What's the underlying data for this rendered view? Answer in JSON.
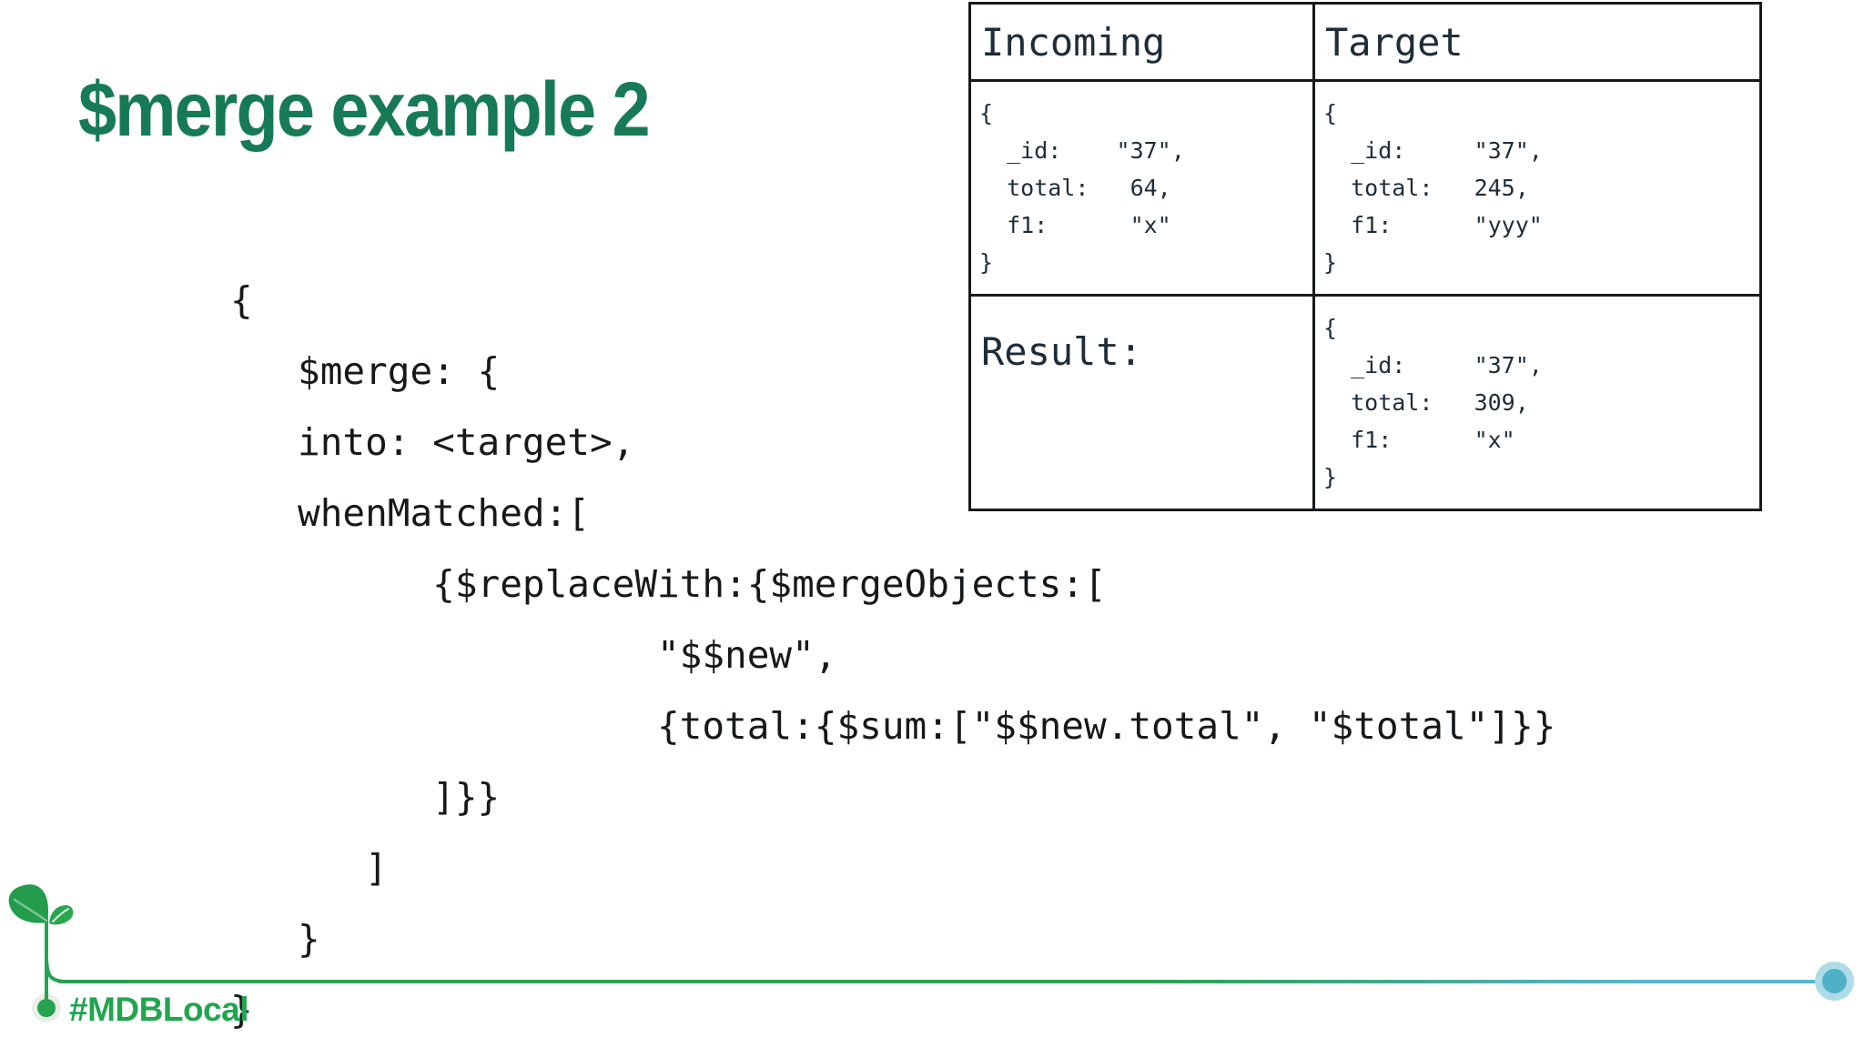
{
  "slide": {
    "title": "$merge example 2",
    "code_lines": [
      "{",
      "   $merge: {",
      "   into: <target>,",
      "   whenMatched:[",
      "         {$replaceWith:{$mergeObjects:[",
      "                   \"$$new\",",
      "                   {total:{$sum:[\"$$new.total\", \"$total\"]}}",
      "         ]}}",
      "      ]",
      "   }",
      "}"
    ]
  },
  "table": {
    "col_headers": [
      "Incoming",
      "Target"
    ],
    "incoming_doc": "{\n  _id:    \"37\",\n  total:   64,\n  f1:      \"x\"\n}",
    "target_doc": "{\n  _id:     \"37\",\n  total:   245,\n  f1:      \"yyy\"\n}",
    "result_label": "Result:",
    "result_doc": "{\n  _id:     \"37\",\n  total:   309,\n  f1:      \"x\"\n}"
  },
  "footer": {
    "hashtag": "#MDBLocal"
  },
  "colors": {
    "title_green": "#177a56",
    "hashtag_green": "#21a54e",
    "line_green": "#2ba24f",
    "line_teal": "#57b7c9",
    "end_dot_teal": "#4fb1c7",
    "table_text_dark": "#1e2d38",
    "code_black": "#15191c"
  }
}
